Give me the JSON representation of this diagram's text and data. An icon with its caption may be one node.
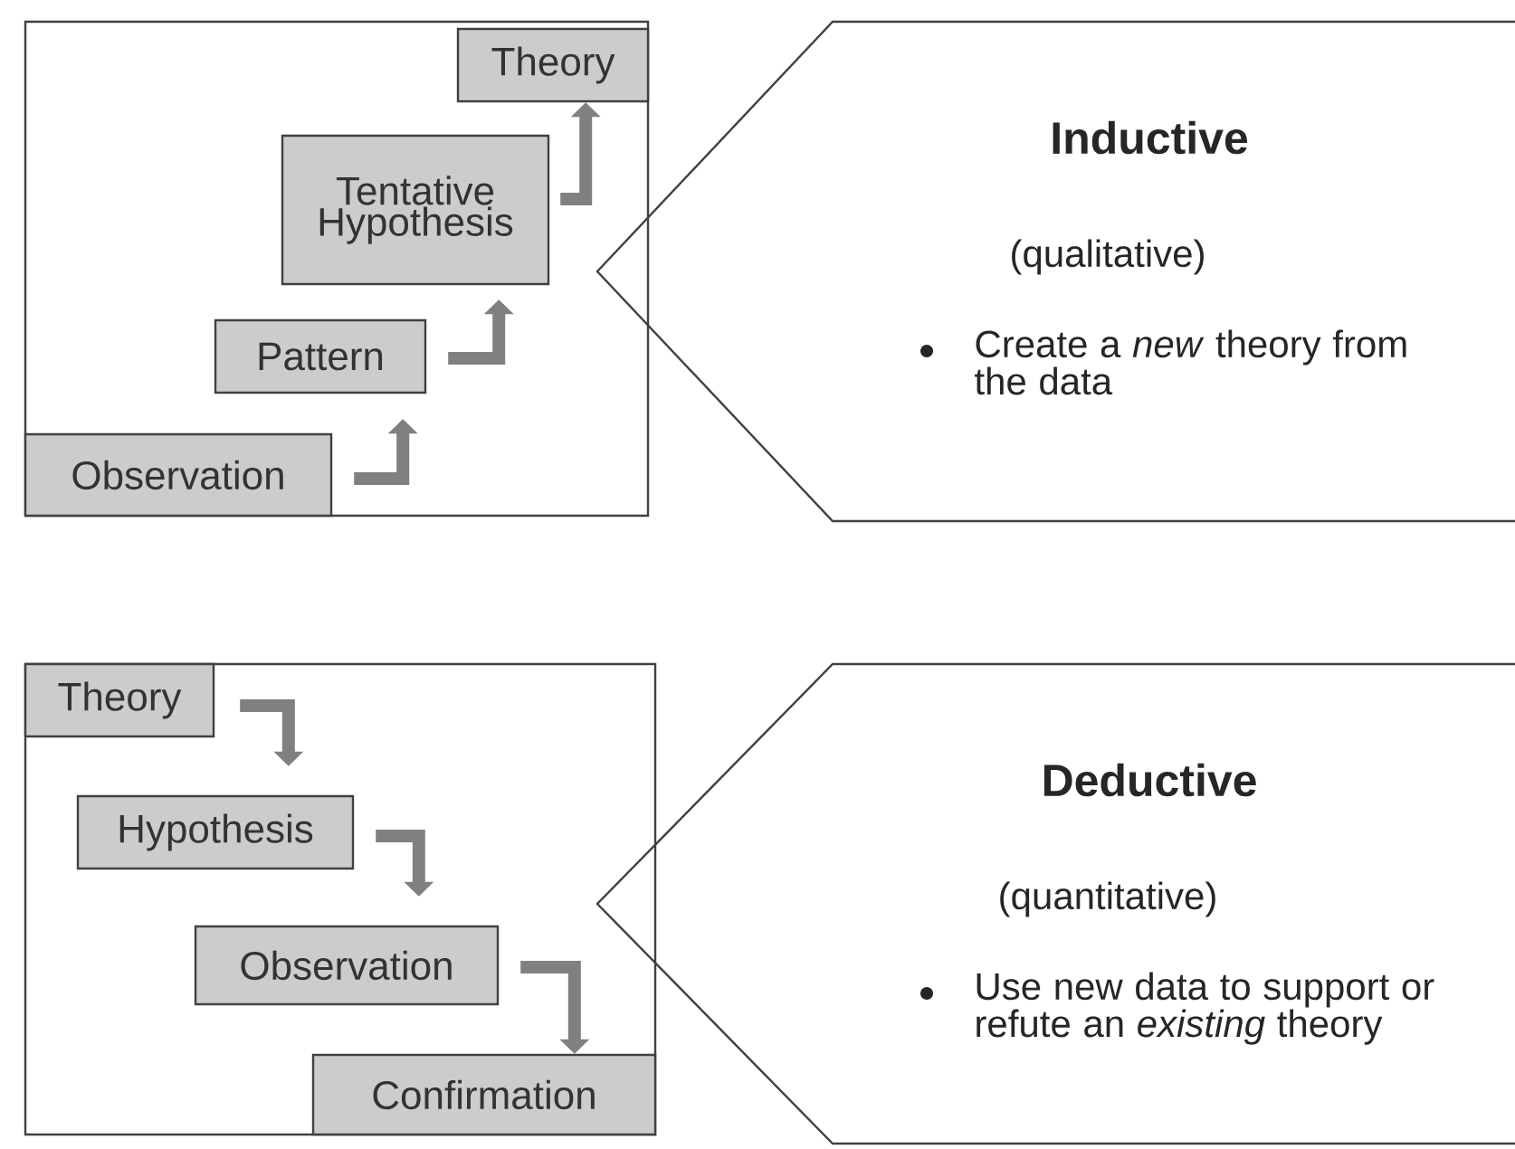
{
  "diagram": {
    "nodes": [
      {
        "text": [],
        "shape": "box"
      },
      {
        "text": [
          "Theory"
        ],
        "in": 0
      },
      {
        "text": [
          "Tentative Hypothesis"
        ],
        "in": 0
      },
      {
        "text": [
          "Pattern"
        ],
        "in": 0
      },
      {
        "text": [
          "Observation"
        ],
        "in": 0
      },
      {
        "text": [
          "Inductive",
          "(qualitative)",
          "Create a *new* theory from the data"
        ]
      },
      {
        "text": [],
        "shape": "box"
      },
      {
        "text": [
          "Theory"
        ],
        "in": 6
      },
      {
        "text": [
          "Hypothesis"
        ],
        "in": 6
      },
      {
        "text": [
          "Observation"
        ],
        "in": 6
      },
      {
        "text": [
          "Confirmation"
        ],
        "in": 6
      },
      {
        "text": [
          "Deductive",
          "(quantitative)",
          "Use new data to support or refute an *existing* theory"
        ]
      }
    ],
    "edges": [
      {
        "from": 4,
        "to": 3,
        "arrow": "to"
      },
      {
        "from": 3,
        "to": 2,
        "arrow": "to"
      },
      {
        "from": 2,
        "to": 1,
        "arrow": "to"
      },
      {
        "from": 7,
        "to": 8,
        "arrow": "to"
      },
      {
        "from": 8,
        "to": 9,
        "arrow": "to"
      },
      {
        "from": 9,
        "to": 10,
        "arrow": "to"
      }
    ]
  }
}
